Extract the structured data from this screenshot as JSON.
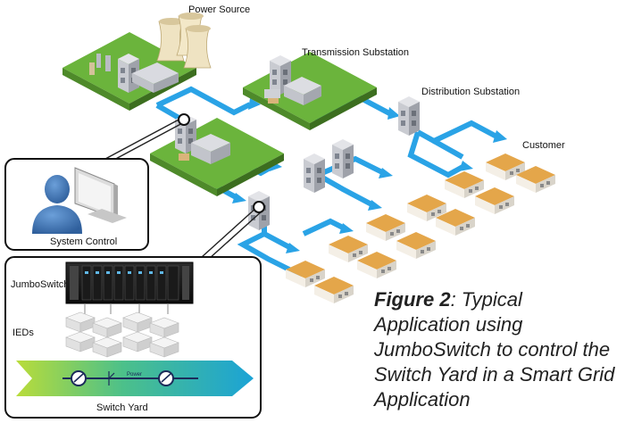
{
  "labels": {
    "power_source": "Power Source",
    "transmission_substation": "Transmission Substation",
    "distribution_substation": "Distribution Substation",
    "customer": "Customer",
    "system_control": "System Control",
    "jumboswitch": "JumboSwitch",
    "ieds": "IEDs",
    "switch_yard": "Switch Yard",
    "power": "Power"
  },
  "caption": {
    "figure": "Figure 2",
    "text": ": Typical Application using JumboSwitch to control the Switch Yard in a Smart Grid Application"
  },
  "colors": {
    "flow_arrow": "#2aa3e6",
    "ground": "#6bb43c",
    "house_roof": "#e4a64a",
    "building": "#c9cbd1"
  },
  "icons": [
    "power-plant-icon",
    "substation-icon",
    "house-icon",
    "computer-user-icon",
    "switch-chassis-icon",
    "ied-box-icon",
    "breaker-icon"
  ]
}
